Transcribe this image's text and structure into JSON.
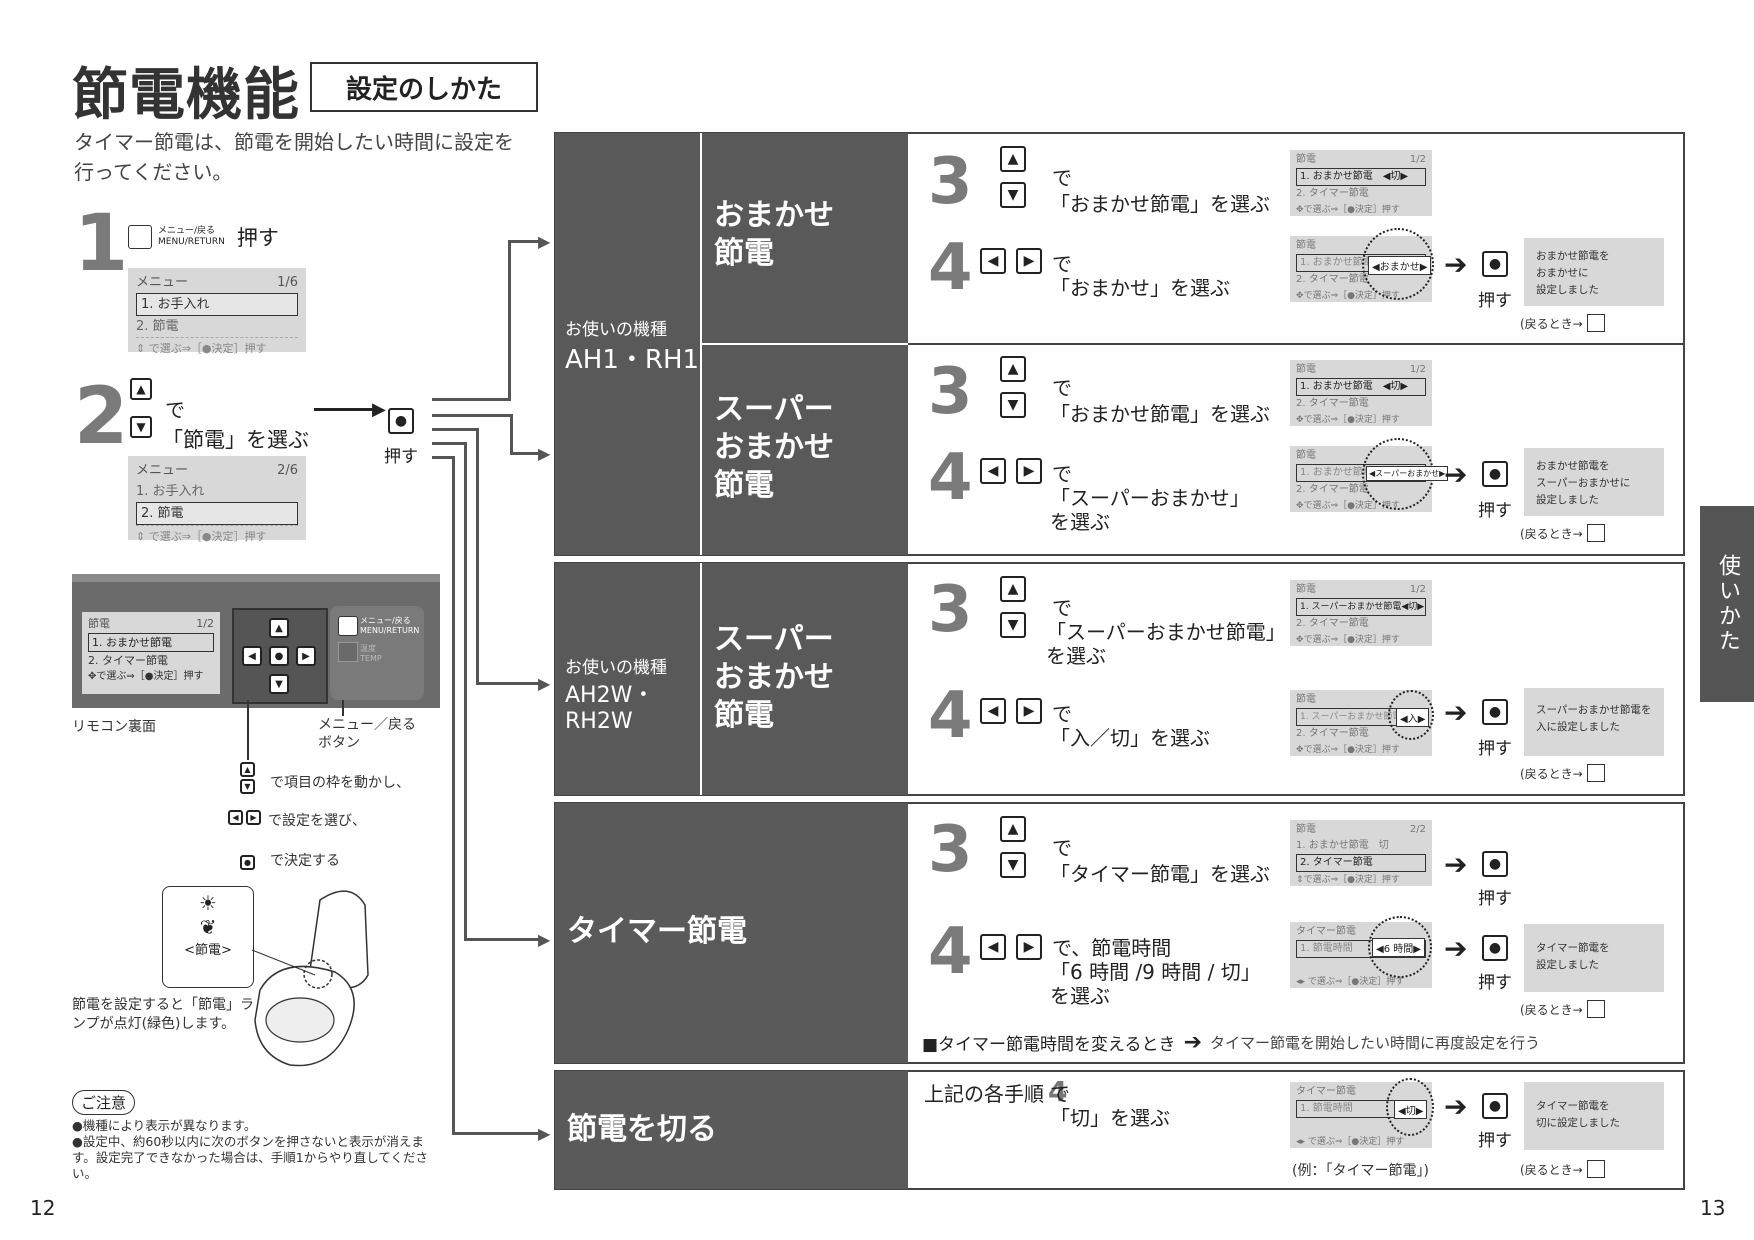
{
  "header": {
    "title": "節電機能",
    "howto_label": "設定のしかた",
    "intro": "タイマー節電は、節電を開始したい時間に設定を行ってください。"
  },
  "step1": {
    "num": "1",
    "btn_label": "メニュー/戻る\nMENU/RETURN",
    "action": "押す",
    "menu": {
      "title": "メニュー",
      "page": "1/6",
      "items": [
        "1. お手入れ",
        "2. 節電"
      ],
      "footer": "⇕ で選ぶ⇒［●決定］押す"
    }
  },
  "step2": {
    "num": "2",
    "text1": "で",
    "text2": "「節電」を選ぶ",
    "push": "押す",
    "menu": {
      "title": "メニュー",
      "page": "2/6",
      "items": [
        "1. お手入れ",
        "2. 節電"
      ],
      "footer": "⇕ で選ぶ⇒［●決定］押す"
    }
  },
  "remote": {
    "screen": {
      "title": "節電",
      "page": "1/2",
      "items": [
        "1. おまかせ節電",
        "2. タイマー節電"
      ],
      "footer": "✥で選ぶ⇒［●決定］押す"
    },
    "menu_btn": "メニュー/戻る\nMENU/RETURN",
    "temp_btn": "温度\nTEMP",
    "label_back": "リモコン裏面",
    "label_menu": "メニュー／戻る\nボタン",
    "hint1": "で項目の枠を動かし、",
    "hint2": "で設定を選び、",
    "hint3": "で決定する"
  },
  "toilet": {
    "lamp_label": "<節電>",
    "note": "節電を設定すると「節電」ランプが点灯(緑色)します。"
  },
  "caution": {
    "title": "ご注意",
    "items": [
      "●機種により表示が異なります。",
      "●設定中、約60秒以内に次のボタンを押さないと表示が消えます。設定完了できなかった場合は、手順1からやり直してください。"
    ]
  },
  "model1": {
    "label": "お使いの機種",
    "name": "AH1・RH1"
  },
  "model2": {
    "label": "お使いの機種",
    "name": "AH2W・RH2W"
  },
  "sections": {
    "omakase": {
      "title": "おまかせ\n節電",
      "s3": {
        "num": "3",
        "de": "で",
        "choose": "「おまかせ節電」を選ぶ",
        "screen": {
          "title": "節電",
          "page": "1/2",
          "sel": "1. おまかせ節電　◀切▶",
          "items": [
            "2. タイマー節電"
          ],
          "footer": "✥で選ぶ⇒［●決定］押す"
        }
      },
      "s4": {
        "num": "4",
        "de": "で",
        "choose": "「おまかせ」を選ぶ",
        "value": "◀おまかせ▶",
        "push": "押す",
        "result": "おまかせ節電を\nおまかせに\n設定しました"
      }
    },
    "super1": {
      "title": "スーパー\nおまかせ\n節電",
      "s3": {
        "num": "3",
        "de": "で",
        "choose": "「おまかせ節電」を選ぶ",
        "screen": {
          "title": "節電",
          "page": "1/2",
          "sel": "1. おまかせ節電　◀切▶",
          "items": [
            "2. タイマー節電"
          ],
          "footer": "✥で選ぶ⇒［●決定］押す"
        }
      },
      "s4": {
        "num": "4",
        "de": "で",
        "choose": "「スーパーおまかせ」\nを選ぶ",
        "value": "◀スーパーおまかせ▶",
        "push": "押す",
        "result": "おまかせ節電を\nスーパーおまかせに\n設定しました"
      }
    },
    "super2": {
      "title": "スーパー\nおまかせ\n節電",
      "s3": {
        "num": "3",
        "de": "で",
        "choose": "「スーパーおまかせ節電」\nを選ぶ",
        "screen": {
          "title": "節電",
          "page": "1/2",
          "sel": "1. スーパーおまかせ節電◀切▶",
          "items": [
            "2. タイマー節電"
          ],
          "footer": "✥で選ぶ⇒［●決定］押す"
        }
      },
      "s4": {
        "num": "4",
        "de": "で",
        "choose": "「入／切」を選ぶ",
        "value": "◀入▶",
        "push": "押す",
        "result": "スーパーおまかせ節電を\n入に設定しました"
      }
    },
    "timer": {
      "title": "タイマー節電",
      "s3": {
        "num": "3",
        "de": "で",
        "choose": "「タイマー節電」を選ぶ",
        "push": "押す",
        "screen": {
          "title": "節電",
          "page": "2/2",
          "items": [
            "1. おまかせ節電　切"
          ],
          "sel": "2. タイマー節電",
          "footer": "⇕で選ぶ⇒［●決定］押す"
        }
      },
      "s4": {
        "num": "4",
        "de": "で、節電時間",
        "choose": "「6 時間 /9 時間 / 切」\nを選ぶ",
        "value": "◀6 時間▶",
        "push": "押す",
        "result": "タイマー節電を\n設定しました"
      },
      "note": "■タイマー節電時間を変えるとき",
      "note2": "タイマー節電を開始したい時間に再度設定を行う"
    },
    "off": {
      "title": "節電を切る",
      "text": "上記の各手順",
      "num": "4",
      "text2": "で\n「切」を選ぶ",
      "value": "◀切▶",
      "push": "押す",
      "example": "(例：「タイマー節電」)",
      "result": "タイマー節電を\n切に設定しました"
    }
  },
  "return_label": "(戻るとき→",
  "side_tab": "使いかた",
  "page_left": "12",
  "page_right": "13",
  "labels": {
    "screen_timer_title": "タイマー節電",
    "screen_timer_item": "1. 節電時間",
    "screen_timer_footer": "◂▸ で選ぶ⇒［●決定］押す"
  }
}
